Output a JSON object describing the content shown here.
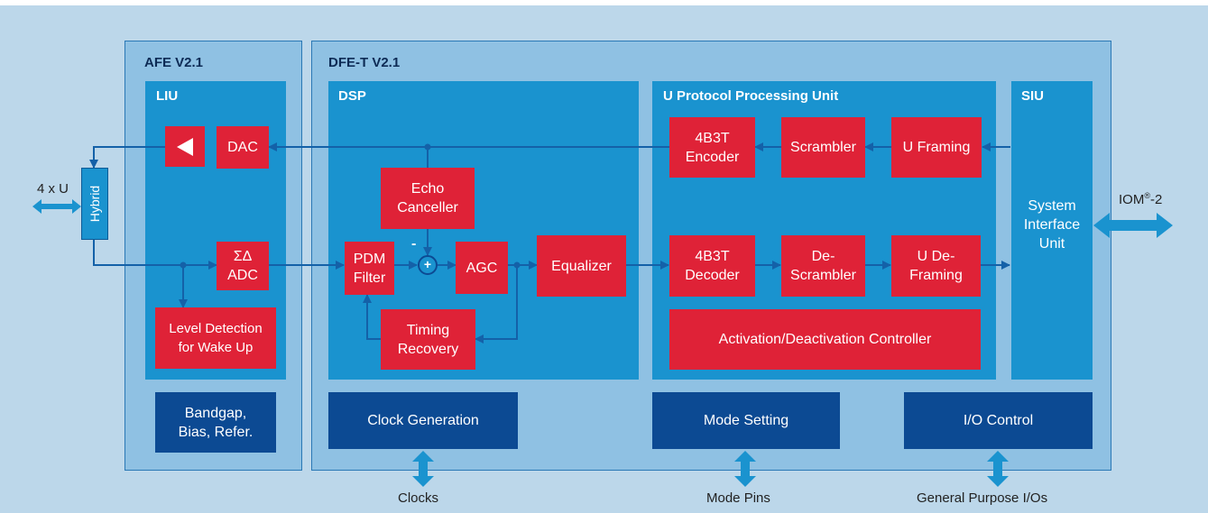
{
  "colors": {
    "background": "#bcd7ea",
    "panel": "#8fc1e3",
    "sub_block": "#1a93cf",
    "function_block": "#df2237",
    "control_block": "#0c4a93",
    "wire": "#1461a8",
    "external_arrow": "#1a93cf"
  },
  "panels": {
    "afe": "AFE V2.1",
    "dfe": "DFE-T V2.1"
  },
  "sub_blocks": {
    "liu": "LIU",
    "dsp": "DSP",
    "uppu": "U Protocol Processing Unit",
    "siu": "SIU"
  },
  "blocks": {
    "hybrid": "Hybrid",
    "dac": "DAC",
    "sigma_delta_adc": "ΣΔ\nADC",
    "level_detection": "Level Detection\nfor Wake Up",
    "bandgap": "Bandgap,\nBias, Refer.",
    "echo_canceller": "Echo\nCanceller",
    "pdm_filter": "PDM\nFilter",
    "agc": "AGC",
    "equalizer": "Equalizer",
    "timing_recovery": "Timing\nRecovery",
    "encoder_4b3t": "4B3T\nEncoder",
    "scrambler": "Scrambler",
    "u_framing": "U Framing",
    "decoder_4b3t": "4B3T\nDecoder",
    "descrambler": "De-\nScrambler",
    "u_deframing": "U De-\nFraming",
    "activation_controller": "Activation/Deactivation Controller",
    "system_interface_unit": "System\nInterface\nUnit",
    "clock_generation": "Clock Generation",
    "mode_setting": "Mode Setting",
    "io_control": "I/O Control"
  },
  "external": {
    "line": "4 x U",
    "iom_base": "IOM",
    "iom_sup": "®",
    "iom_suffix": "-2",
    "clocks": "Clocks",
    "mode_pins": "Mode Pins",
    "gpio": "General Purpose I/Os"
  },
  "symbols": {
    "summing_node": "+",
    "minus_sign": "-",
    "driver": "triangle-left-icon"
  }
}
